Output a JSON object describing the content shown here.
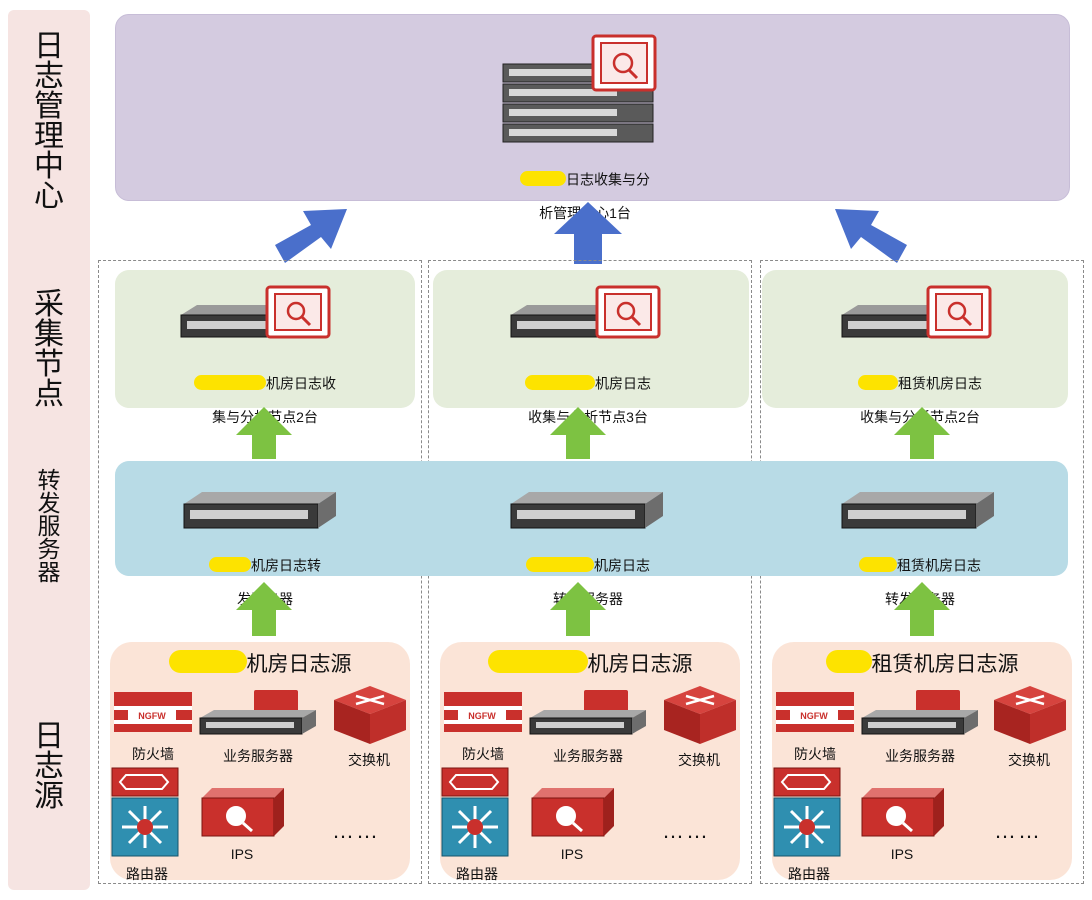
{
  "side_labels": [
    "日\n志\n管\n理\n中\n心",
    "采\n集\n节\n点",
    "转\n发\n服\n务\n器",
    "日\n志\n源"
  ],
  "management": {
    "caption_line1": "日志收集与分",
    "caption_line2": "析管理中心1台"
  },
  "columns": [
    {
      "collect_line1": "机房日志收",
      "collect_line2": "集与分析节点2台",
      "forward_line1": "机房日志转",
      "forward_line2": "发服务器",
      "source_title": "机房日志源"
    },
    {
      "collect_line1": "机房日志",
      "collect_line2": "收集与分析节点3台",
      "forward_line1": "机房日志",
      "forward_line2": "转发服务器",
      "source_title": "机房日志源"
    },
    {
      "collect_line1": "租赁机房日志",
      "collect_line2": "收集与分析节点2台",
      "forward_line1": "租赁机房日志",
      "forward_line2": "转发服务器",
      "source_title": "租赁机房日志源"
    }
  ],
  "devices": {
    "firewall": "防火墙",
    "ngfw_label": "NGFW",
    "server": "业务服务器",
    "switch": "交换机",
    "router": "路由器",
    "ips": "IPS",
    "more": "……"
  },
  "colors": {
    "up_arrow_blue": "#4a6fcb",
    "up_arrow_green": "#7dc242",
    "highlight": "#fde300",
    "device_red": "#c9302c"
  }
}
